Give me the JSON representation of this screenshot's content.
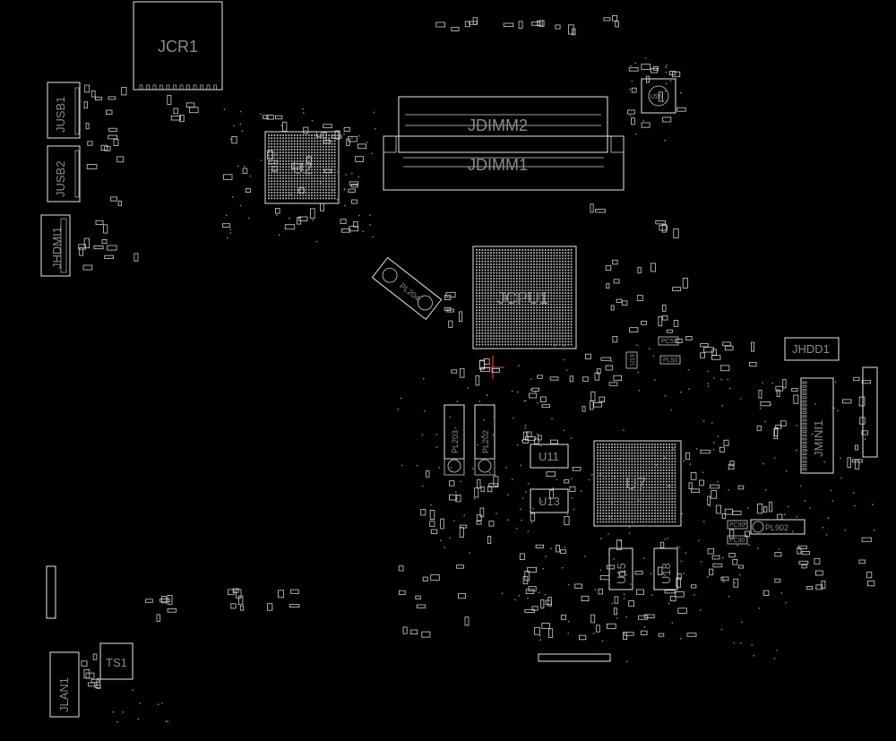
{
  "board": {
    "background": "#000000",
    "outline_color": "#e6e6e6",
    "label_color": "#8a8a8a",
    "via_color": "#3c9c7c",
    "cursor_color": "#ff4d4d"
  },
  "labels": {
    "jcr1": "JCR1",
    "jusb1": "JUSB1",
    "jusb2": "JUSB2",
    "jhdmi1": "JHDMI1",
    "u2": "U2",
    "jdimm2": "JDIMM2",
    "jdimm1": "JDIMM1",
    "jcpu1": "JCPU1",
    "u26": "U26",
    "pl204": "PL204",
    "pl203": "PL203",
    "pl202": "PL202",
    "u11": "U11",
    "u13": "U13",
    "u7": "U7",
    "u15": "U15",
    "u18": "U18",
    "jhdd1": "JHDD1",
    "jmini1": "JMINI1",
    "pl902": "PL902",
    "jlan1": "JLAN1",
    "ts1": "TS1",
    "pc501": "PC50",
    "pl501": "PL50",
    "pc901": "PC90",
    "pc902": "PC90",
    "u19": "U19"
  }
}
